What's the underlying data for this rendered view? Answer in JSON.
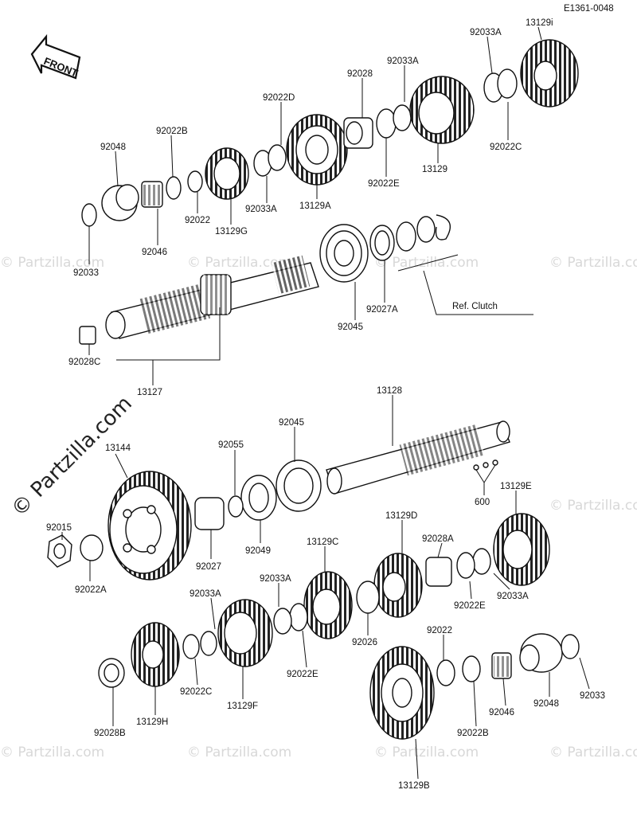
{
  "diagram_code": "E1361-0048",
  "front_label": "FRONT",
  "ref_note": "Ref. Clutch",
  "watermark_text": "© Partzilla.com",
  "watermark_large_text": "© Partzilla.com",
  "parts": {
    "p13129i": "13129i",
    "p92033A_top": "92033A",
    "p92033A_2": "92033A",
    "p92028": "92028",
    "p92022D": "92022D",
    "p92022B_top": "92022B",
    "p92048_top": "92048",
    "p92022C_top": "92022C",
    "p13129": "13129",
    "p92022E_top": "92022E",
    "p13129A": "13129A",
    "p92033A_3": "92033A",
    "p92022": "92022",
    "p13129G": "13129G",
    "p92046_top": "92046",
    "p92033_top": "92033",
    "p92027A": "92027A",
    "p92045_top": "92045",
    "p92028C": "92028C",
    "p13127": "13127",
    "p13128": "13128",
    "p13144": "13144",
    "p92055": "92055",
    "p92045_mid": "92045",
    "p92015": "92015",
    "p92027": "92027",
    "p92049": "92049",
    "p92022A": "92022A",
    "p600": "600",
    "p13129E": "13129E",
    "p13129D": "13129D",
    "p92028A": "92028A",
    "p13129C": "13129C",
    "p92033A_4": "92033A",
    "p92033A_5": "92033A",
    "p92022E_mid": "92022E",
    "p92033A_6": "92033A",
    "p92026": "92026",
    "p92022E_low": "92022E",
    "p92022_low": "92022",
    "p92022C_low": "92022C",
    "p13129F": "13129F",
    "p13129H": "13129H",
    "p92028B": "92028B",
    "p92022B_low": "92022B",
    "p92046_low": "92046",
    "p92048_low": "92048",
    "p92033_low": "92033",
    "p13129B": "13129B"
  }
}
